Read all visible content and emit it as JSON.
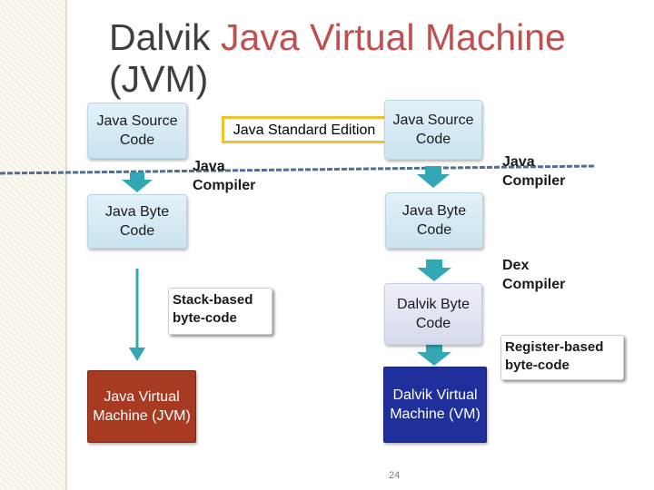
{
  "title": {
    "main": "Dalvik ",
    "accent": "Java Virtual Machine",
    "tail": "(JVM)"
  },
  "boxes": {
    "java_source_left": "Java Source Code",
    "java_source_right": "Java Source Code",
    "java_byte_left": "Java Byte Code",
    "java_byte_right": "Java Byte Code",
    "dalvik_byte": "Dalvik Byte Code",
    "jvm": "Java Virtual Machine (JVM)",
    "dalvik_vm": "Dalvik Virtual Machine (VM)"
  },
  "labels": {
    "java_standard_edition": "Java Standard Edition",
    "java_compiler_left": "Java Compiler",
    "java_compiler_right": "Java Compiler",
    "dex_compiler": "Dex Compiler",
    "stack_based": "Stack-based byte-code",
    "register_based": "Register-based byte-code",
    "page_number": "24"
  },
  "colors": {
    "accent": "#c0504d",
    "box_blue": "#c9e3f0",
    "arrow_teal": "#34a7b4",
    "jvm_red": "#a93a22",
    "dalvik_navy": "#1f2f9c",
    "highlight_yellow": "#f2c12e"
  }
}
